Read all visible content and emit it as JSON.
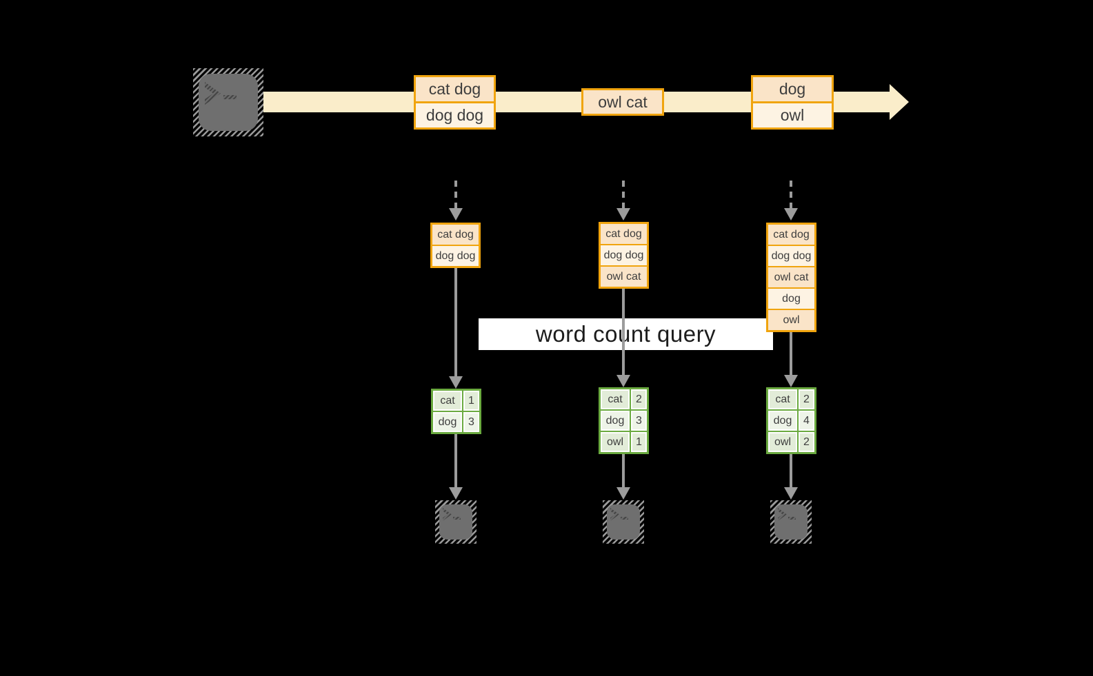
{
  "banner": {
    "label": "word count query"
  },
  "stream": {
    "source_icon": "terminal-icon",
    "batches": [
      {
        "lines": [
          "cat dog",
          "dog dog"
        ]
      },
      {
        "lines": [
          "owl cat"
        ]
      },
      {
        "lines": [
          "dog",
          "owl"
        ]
      }
    ]
  },
  "columns": [
    {
      "accumulated": [
        "cat dog",
        "dog dog"
      ],
      "counts": [
        {
          "word": "cat",
          "count": "1"
        },
        {
          "word": "dog",
          "count": "3"
        }
      ],
      "output_icon": "terminal-icon"
    },
    {
      "accumulated": [
        "cat dog",
        "dog dog",
        "owl cat"
      ],
      "counts": [
        {
          "word": "cat",
          "count": "2"
        },
        {
          "word": "dog",
          "count": "3"
        },
        {
          "word": "owl",
          "count": "1"
        }
      ],
      "output_icon": "terminal-icon"
    },
    {
      "accumulated": [
        "cat dog",
        "dog dog",
        "owl cat",
        "dog",
        "owl"
      ],
      "counts": [
        {
          "word": "cat",
          "count": "2"
        },
        {
          "word": "dog",
          "count": "4"
        },
        {
          "word": "owl",
          "count": "2"
        }
      ],
      "output_icon": "terminal-icon"
    }
  ],
  "colors": {
    "background": "#000000",
    "stream_arrow": "#FAEDCA",
    "record_border": "#F0A40E",
    "record_fill_dark": "#FAE4C8",
    "record_fill_light": "#FDF3E3",
    "table_border": "#6BAA40",
    "table_fill_dark": "#E2ECD8",
    "table_fill_light": "#EEF4E8",
    "arrow_gray": "#9C9C9C",
    "banner_background": "#FFFFFF",
    "text": "#3D3D3D"
  }
}
